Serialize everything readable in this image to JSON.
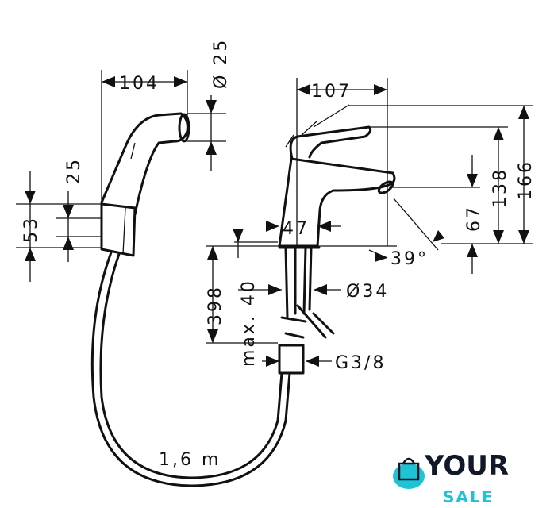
{
  "dimensions": {
    "shower_length": "104",
    "shower_diameter": "Ø 25",
    "holder_offset": "25",
    "holder_height": "53",
    "spout_reach": "107",
    "spout_height": "138",
    "total_height": "166",
    "outlet_height": "67",
    "base_diameter": "47",
    "lever_angle": "39°",
    "hose_length_connection": "398",
    "max_thickness": "max. 40",
    "hole_diameter": "Ø34",
    "thread": "G3/8",
    "hose_length": "1,6 m"
  },
  "logo": {
    "line1": "YOUR",
    "line2": "SALE",
    "accent_color": "#1fc3d4"
  }
}
